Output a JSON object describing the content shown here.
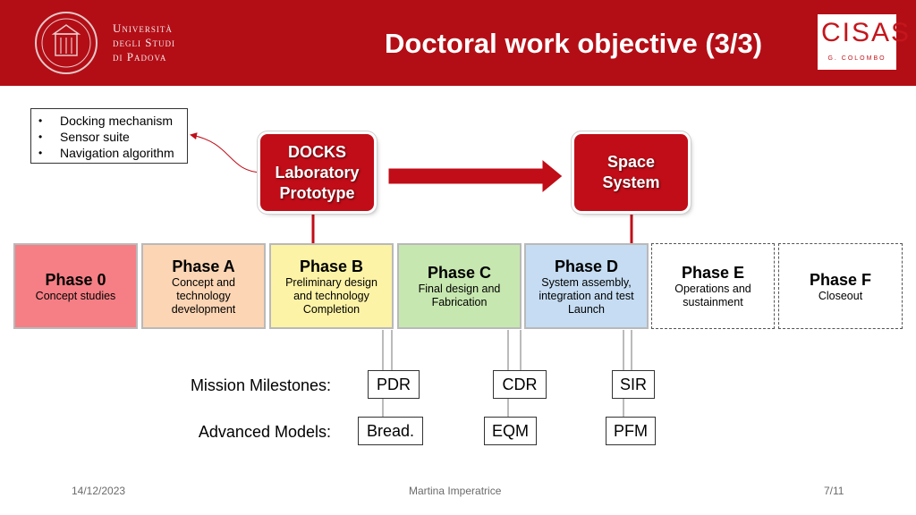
{
  "header": {
    "university": [
      "Università",
      "degli Studi",
      "di Padova"
    ],
    "title": "Doctoral work objective (3/3)",
    "logo_text": "CISAS",
    "logo_sub": "G. COLOMBO"
  },
  "subsystems": [
    "Docking mechanism",
    "Sensor suite",
    "Navigation algorithm"
  ],
  "boxes": {
    "docks": "DOCKS\nLaboratory\nPrototype",
    "space": "Space\nSystem"
  },
  "phases": [
    {
      "name": "Phase 0",
      "desc": "Concept studies",
      "color": "#f57f85"
    },
    {
      "name": "Phase A",
      "desc": "Concept and\ntechnology\ndevelopment",
      "color": "#fcd5b4"
    },
    {
      "name": "Phase B",
      "desc": "Preliminary design\nand technology\nCompletion",
      "color": "#fdf3a6"
    },
    {
      "name": "Phase C",
      "desc": "Final design and\nFabrication",
      "color": "#c7e7b0"
    },
    {
      "name": "Phase D",
      "desc": "System assembly,\nintegration and test\nLaunch",
      "color": "#c5dcf2"
    },
    {
      "name": "Phase E",
      "desc": "Operations and\nsustainment",
      "color": "#ffffff"
    },
    {
      "name": "Phase F",
      "desc": "Closeout",
      "color": "#ffffff"
    }
  ],
  "milestones": {
    "label": "Mission Milestones:",
    "items": [
      "PDR",
      "CDR",
      "SIR"
    ]
  },
  "models": {
    "label": "Advanced Models:",
    "items": [
      "Bread.",
      "EQM",
      "PFM"
    ]
  },
  "footer": {
    "date": "14/12/2023",
    "author": "Martina Imperatrice",
    "page": "7/11"
  },
  "colors": {
    "brand": "#b30e16",
    "box_red": "#c00d18",
    "arrow": "#c00d18"
  }
}
